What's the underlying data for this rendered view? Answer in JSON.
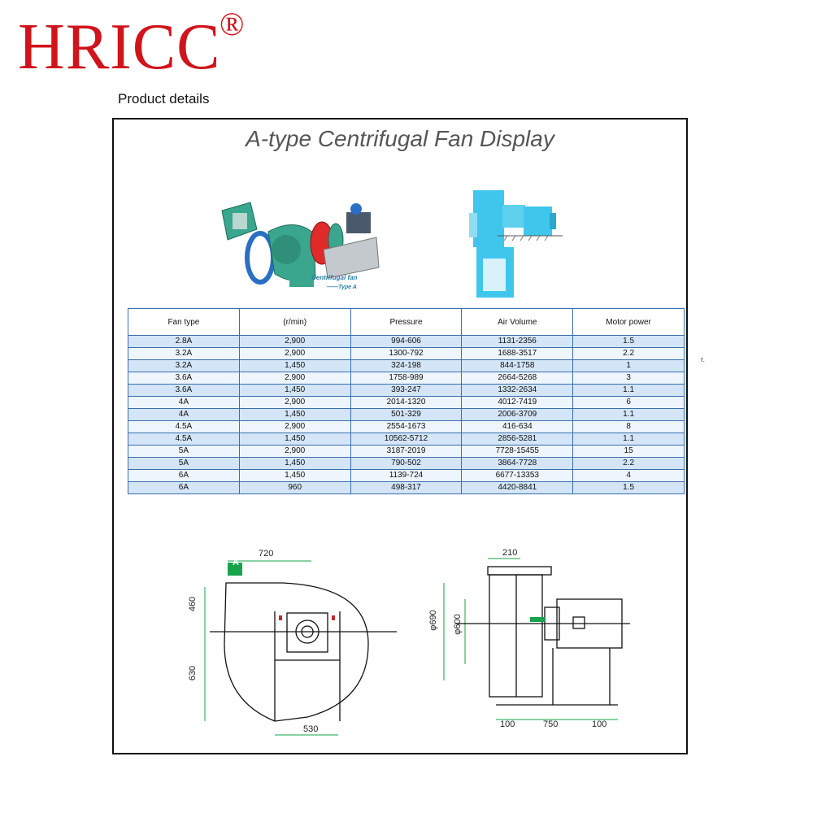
{
  "header": {
    "brand": "HRICC",
    "registered": "®",
    "subtitle": "Product details"
  },
  "panel": {
    "title": "A-type Centrifugal Fan Display",
    "illustration_label": "Centrifugal fan",
    "illustration_sublabel": "——Type A"
  },
  "table": {
    "columns": [
      "Fan type",
      "(r/min)",
      "Pressure",
      "Air Volume",
      "Motor power"
    ],
    "rows": [
      [
        "2.8A",
        "2,900",
        "994-606",
        "1131-2356",
        "1.5"
      ],
      [
        "3.2A",
        "2,900",
        "1300-792",
        "1688-3517",
        "2.2"
      ],
      [
        "3.2A",
        "1,450",
        "324-198",
        "844-1758",
        "1"
      ],
      [
        "3.6A",
        "2,900",
        "1758-989",
        "2664-5268",
        "3"
      ],
      [
        "3.6A",
        "1,450",
        "393-247",
        "1332-2634",
        "1.1"
      ],
      [
        "4A",
        "2,900",
        "2014-1320",
        "4012-7419",
        "6"
      ],
      [
        "4A",
        "1,450",
        "501-329",
        "2006-3709",
        "1.1"
      ],
      [
        "4.5A",
        "2,900",
        "2554-1673",
        "416-634",
        "8"
      ],
      [
        "4.5A",
        "1,450",
        "10562-5712",
        "2856-5281",
        "1.1"
      ],
      [
        "5A",
        "2,900",
        "3187-2019",
        "7728-15455",
        "15"
      ],
      [
        "5A",
        "1,450",
        "790-502",
        "3864-7728",
        "2.2"
      ],
      [
        "6A",
        "1,450",
        "1139-724",
        "6677-13353",
        "4"
      ],
      [
        "6A",
        "960",
        "498-317",
        "4420-8841",
        "1.5"
      ]
    ]
  },
  "stray_mark": "r.",
  "drawings": {
    "left": {
      "marker": "A",
      "top": "720",
      "height_upper": "460",
      "height_lower": "630",
      "base": "530"
    },
    "right": {
      "top": "210",
      "outer_dia": "φ690",
      "inner_dia": "φ600",
      "base_left": "100",
      "base_mid": "750",
      "base_right": "100"
    }
  },
  "colors": {
    "brand": "#d0141c",
    "fan_teal": "#3aa68e",
    "fan_cyan": "#3fc6ec",
    "table_border": "#3a6fae",
    "dim_green": "#16a34a"
  }
}
